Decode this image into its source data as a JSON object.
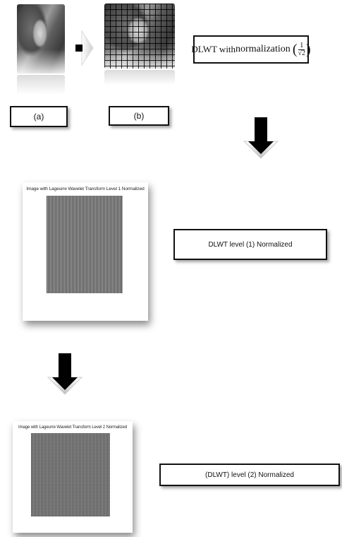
{
  "labels": {
    "a": "(a)",
    "b": "(b)",
    "dlwt_prefix": "DLWT with",
    "dlwt_norm": "normalization",
    "frac_num": "1",
    "frac_den": "√2",
    "level1": "DLWT level (1) Normalized",
    "level2": "(DLWT) level (2) Normalized"
  },
  "panels": {
    "level1_title": "Image with Lageurre Wavelet Transform Level 1 Normalized",
    "level2_title": "Image with Lageurre Wavelet Transform Level 2 Normalized"
  },
  "icons": {
    "down_arrow": "down-arrow-icon",
    "right_arrow": "right-arrow-icon"
  },
  "colors": {
    "arrow_fill": "#000000",
    "box_border": "#111111"
  }
}
